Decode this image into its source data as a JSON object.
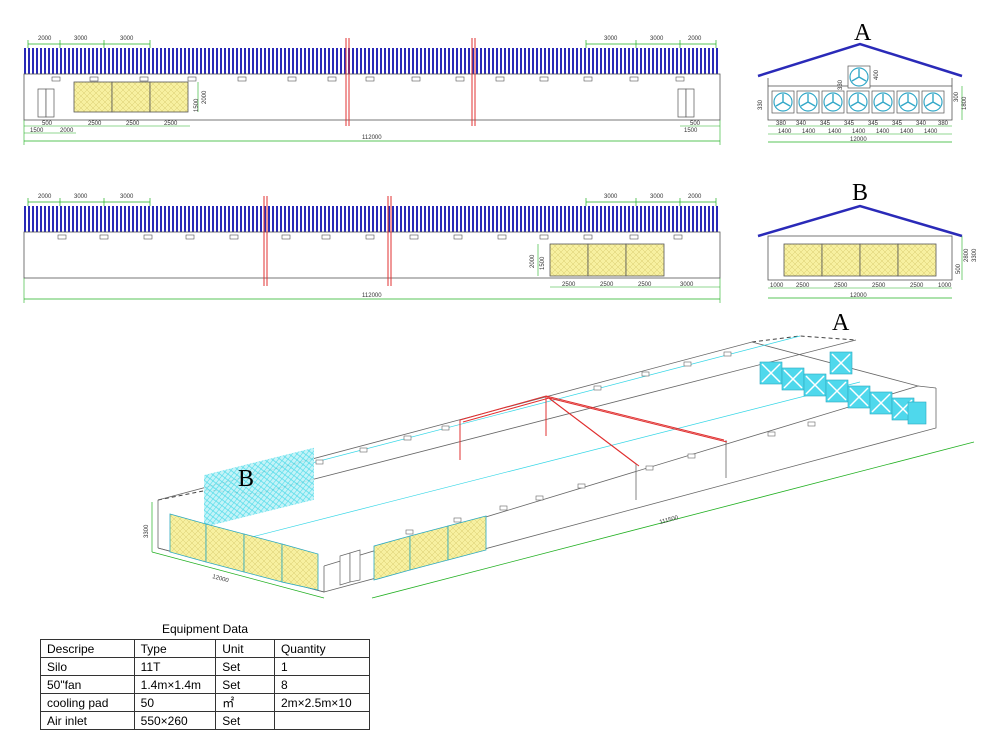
{
  "views": {
    "top_elevation": {
      "top_dims_left": [
        "2000",
        "3000",
        "3000"
      ],
      "top_dims_right": [
        "3000",
        "3000",
        "2000"
      ],
      "pad_dims": [
        "2500",
        "2500",
        "2500"
      ],
      "side_dims_left": [
        "500",
        "1500",
        "2000"
      ],
      "side_dims_right": [
        "500",
        "1500"
      ],
      "pad_height_dims": [
        "2000",
        "1500"
      ],
      "total": "112000"
    },
    "mid_elevation": {
      "top_dims_left": [
        "2000",
        "3000",
        "3000"
      ],
      "top_dims_right": [
        "3000",
        "3000",
        "2000"
      ],
      "pad_dims": [
        "2500",
        "2500",
        "2500",
        "3000"
      ],
      "pad_height_dims": [
        "2000",
        "1500"
      ],
      "total": "112000"
    },
    "end_a": {
      "label": "A",
      "fan_dims": [
        "380",
        "340",
        "345",
        "345",
        "345",
        "345",
        "340",
        "380"
      ],
      "fan_spacing": [
        "1400",
        "1400",
        "1400",
        "1400",
        "1400",
        "1400",
        "1400"
      ],
      "width": "12000",
      "upper_fan_dims": [
        "330",
        "400"
      ],
      "side_dims": [
        "1800",
        "300"
      ],
      "left_dim": "330"
    },
    "end_b": {
      "label": "B",
      "pad_dims": [
        "1000",
        "2500",
        "2500",
        "2500",
        "2500",
        "1000"
      ],
      "width": "12000",
      "side_dims": [
        "3300",
        "2800",
        "500"
      ]
    },
    "iso": {
      "label_a": "A",
      "label_b": "B",
      "length": "111500",
      "width": "12000",
      "height": "3300"
    }
  },
  "equipment": {
    "title": "Equipment Data",
    "headers": [
      "Descripe",
      "Type",
      "Unit",
      "Quantity"
    ],
    "rows": [
      [
        "Silo",
        "11T",
        "Set",
        "1"
      ],
      [
        "50\"fan",
        "1.4m×1.4m",
        "Set",
        "8"
      ],
      [
        "cooling pad",
        "50",
        "㎡",
        "2m×2.5m×10"
      ],
      [
        "Air inlet",
        "550×260",
        "Set",
        ""
      ]
    ]
  },
  "colors": {
    "roof": "#2a2ab8",
    "dimension": "#22b022",
    "pad_fill": "#f7f0a0",
    "fan": "#33d6e6",
    "frame": "#e03030",
    "outline": "#555555"
  }
}
